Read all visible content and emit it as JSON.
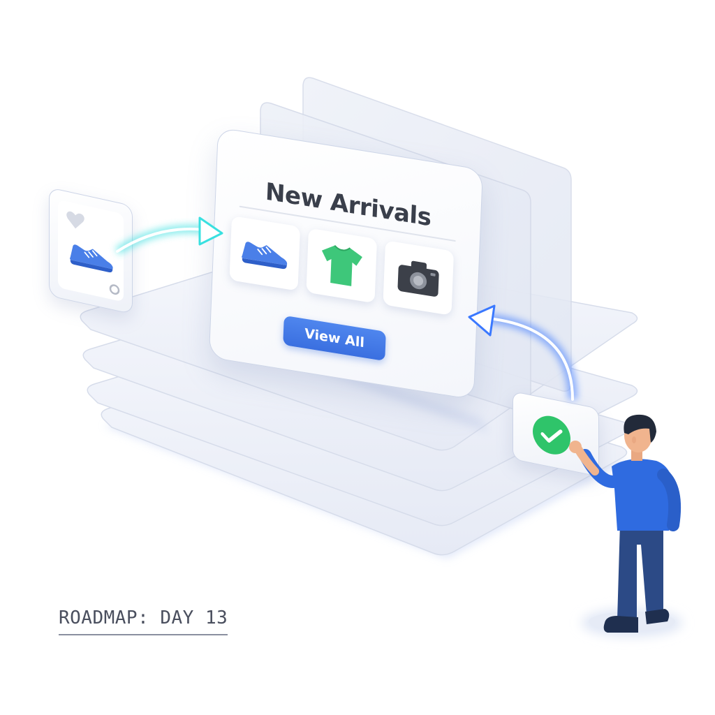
{
  "panel": {
    "title": "New Arrivals",
    "button_label": "View All",
    "products": [
      {
        "name": "sneaker",
        "icon": "sneaker-icon",
        "color": "#4a7fe8"
      },
      {
        "name": "t-shirt",
        "icon": "tshirt-icon",
        "color": "#3ec77a"
      },
      {
        "name": "camera",
        "icon": "camera-icon",
        "color": "#3c4049"
      }
    ]
  },
  "caption": {
    "text": "ROADMAP: DAY 13"
  },
  "colors": {
    "accent": "#3a6fe0",
    "arrow_glow": "#39e0e0",
    "success": "#2fc46a",
    "shirt": "#3ec77a",
    "person_shirt": "#2f6be0",
    "person_pants": "#2c4a86"
  }
}
